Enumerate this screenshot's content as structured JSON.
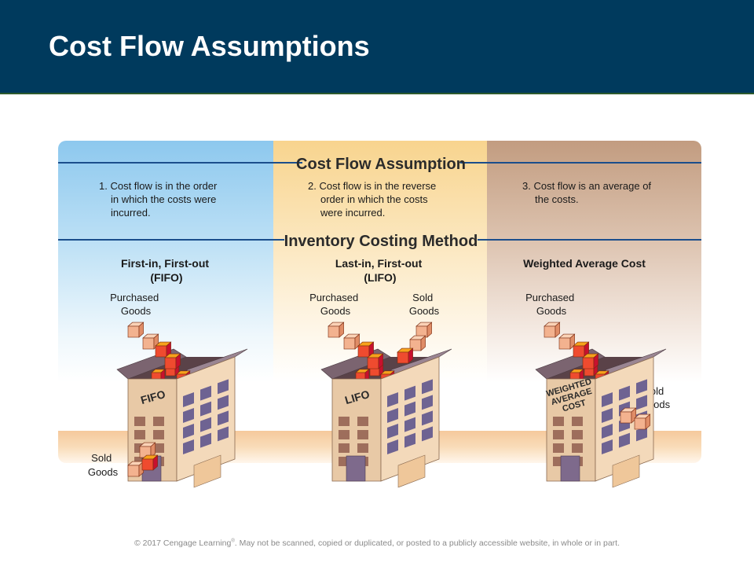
{
  "slide": {
    "title": "Cost Flow Assumptions",
    "footer_pre": "© 2017 Cengage Learning",
    "footer_reg": "®",
    "footer_post": ". May not be scanned, copied or duplicated, or posted to a publicly accessible website, in whole or in part."
  },
  "diagram": {
    "cost_flow_heading": "Cost Flow Assumption",
    "inventory_method_heading": "Inventory Costing Method",
    "columns": [
      {
        "assumption_lines": [
          "1. Cost flow is in the order",
          "in which the costs were",
          "incurred."
        ],
        "method_lines": [
          "First-in, First-out",
          "(FIFO)"
        ],
        "purchased_lines": [
          "Purchased",
          "Goods"
        ],
        "sold_lines": [
          "Sold",
          "Goods"
        ],
        "building_label_lines": [
          "FIFO"
        ],
        "color": "#8DC8EE"
      },
      {
        "assumption_lines": [
          "2. Cost flow is in the reverse",
          "order in which the costs",
          "were incurred."
        ],
        "method_lines": [
          "Last-in, First-out",
          "(LIFO)"
        ],
        "purchased_lines": [
          "Purchased",
          "Goods"
        ],
        "sold_lines": [
          "Sold",
          "Goods"
        ],
        "building_label_lines": [
          "LIFO"
        ],
        "color": "#F8D48E"
      },
      {
        "assumption_lines": [
          "3. Cost flow is an average of",
          "the costs."
        ],
        "method_lines": [
          "Weighted Average Cost"
        ],
        "purchased_lines": [
          "Purchased",
          "Goods"
        ],
        "sold_lines": [
          "Sold",
          "Goods"
        ],
        "building_label_lines": [
          "WEIGHTED",
          "AVERAGE",
          "COST"
        ],
        "color": "#C29C80"
      }
    ]
  }
}
